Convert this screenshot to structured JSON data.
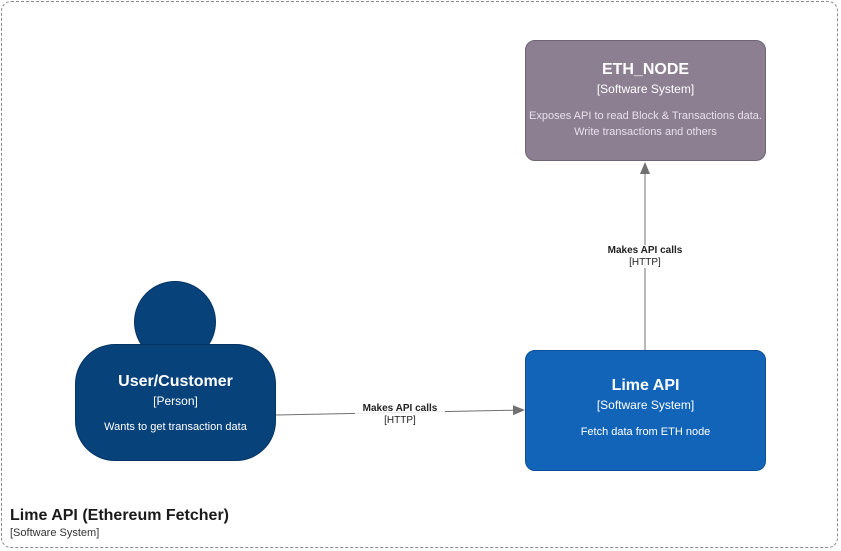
{
  "boundary": {
    "title": "Lime API (Ethereum Fetcher)",
    "type": "[Software System]"
  },
  "eth_node": {
    "title": "ETH_NODE",
    "type": "[Software System]",
    "description": "Exposes API to read Block & Transactions data.\nWrite transactions and others",
    "color": "#8c7f92"
  },
  "lime_api": {
    "title": "Lime API",
    "type": "[Software System]",
    "description": "Fetch data from ETH node",
    "color": "#1264b8"
  },
  "user": {
    "title": "User/Customer",
    "type": "[Person]",
    "description": "Wants to get transaction data",
    "color": "#08427b"
  },
  "relationships": [
    {
      "from": "Lime API",
      "to": "ETH_NODE",
      "label": "Makes API calls",
      "technology": "[HTTP]"
    },
    {
      "from": "User/Customer",
      "to": "Lime API",
      "label": "Makes API calls",
      "technology": "[HTTP]"
    }
  ]
}
